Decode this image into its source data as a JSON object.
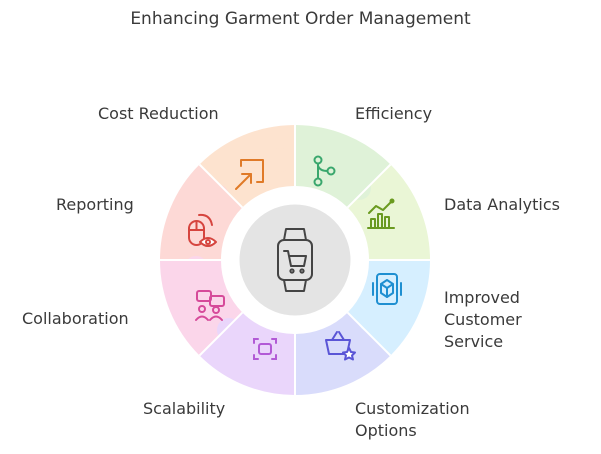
{
  "title": "Enhancing Garment Order Management",
  "center": {
    "icon": "smartwatch-cart-icon"
  },
  "segments": [
    {
      "label": "Efficiency",
      "icon": "workflow-nodes-icon",
      "color": "#dff2d8"
    },
    {
      "label": "Data Analytics",
      "icon": "bar-chart-trend-icon",
      "color": "#eaf6d6"
    },
    {
      "label": "Improved Customer Service",
      "lines": [
        "Improved",
        "Customer",
        "Service"
      ],
      "icon": "mobile-package-icon",
      "color": "#d6efff"
    },
    {
      "label": "Customization Options",
      "lines": [
        "Customization",
        "Options"
      ],
      "icon": "basket-star-icon",
      "color": "#d9dcfb"
    },
    {
      "label": "Scalability",
      "icon": "scale-frame-icon",
      "color": "#ead6fb"
    },
    {
      "label": "Collaboration",
      "icon": "chat-people-icon",
      "color": "#fbd6ea"
    },
    {
      "label": "Reporting",
      "icon": "mouse-eye-icon",
      "color": "#fdd9d6"
    },
    {
      "label": "Cost Reduction",
      "icon": "shrink-arrow-icon",
      "color": "#fde3cf"
    }
  ],
  "colors": {
    "Efficiency": "#3aa76d",
    "Data Analytics": "#6a9a1f",
    "Improved Customer Service": "#1f8fd1",
    "Customization Options": "#5a55d6",
    "Scalability": "#b25ad6",
    "Collaboration": "#d64a9a",
    "Reporting": "#d6453f",
    "Cost Reduction": "#e07a28",
    "center_fill": "#e4e4e4",
    "icon_dark": "#444444"
  }
}
